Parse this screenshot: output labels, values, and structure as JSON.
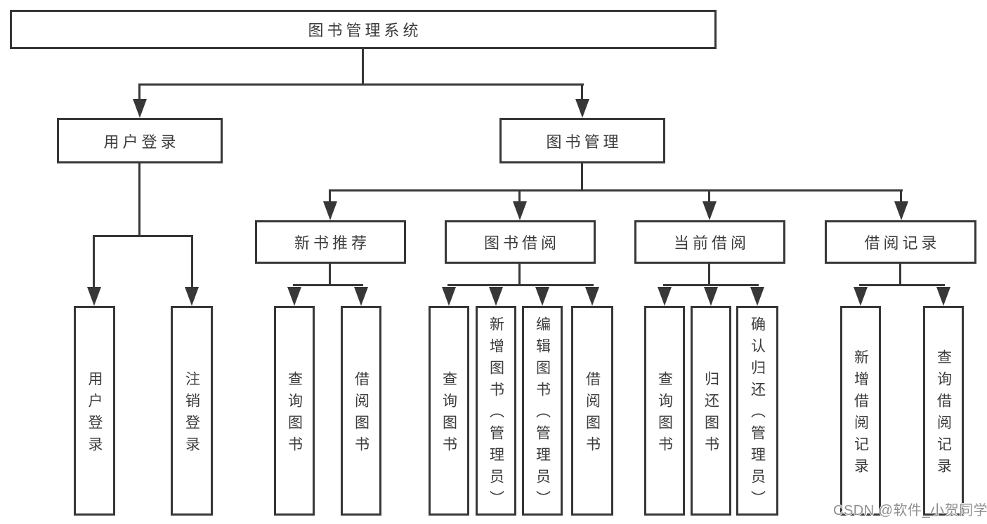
{
  "colors": {
    "line": "#373737",
    "box_border": "#373737",
    "text": "#3c3c3c",
    "watermark": "#8f8f8f",
    "background": "#ffffff"
  },
  "watermark": "CSDN @软件_小贺同学",
  "tree": {
    "root": {
      "label": "图书管理系统"
    },
    "branches": [
      {
        "label": "用户登录",
        "children": [
          {
            "label": "用户登录"
          },
          {
            "label": "注销登录"
          }
        ]
      },
      {
        "label": "图书管理",
        "children": [
          {
            "label": "新书推荐",
            "children": [
              {
                "label": "查询图书"
              },
              {
                "label": "借阅图书"
              }
            ]
          },
          {
            "label": "图书借阅",
            "children": [
              {
                "label": "查询图书"
              },
              {
                "label": "新增图书（管理员）"
              },
              {
                "label": "编辑图书（管理员）"
              },
              {
                "label": "借阅图书"
              }
            ]
          },
          {
            "label": "当前借阅",
            "children": [
              {
                "label": "查询图书"
              },
              {
                "label": "归还图书"
              },
              {
                "label": "确认归还（管理员）"
              }
            ]
          },
          {
            "label": "借阅记录",
            "children": [
              {
                "label": "新增借阅记录"
              },
              {
                "label": "查询借阅记录"
              }
            ]
          }
        ]
      }
    ]
  }
}
